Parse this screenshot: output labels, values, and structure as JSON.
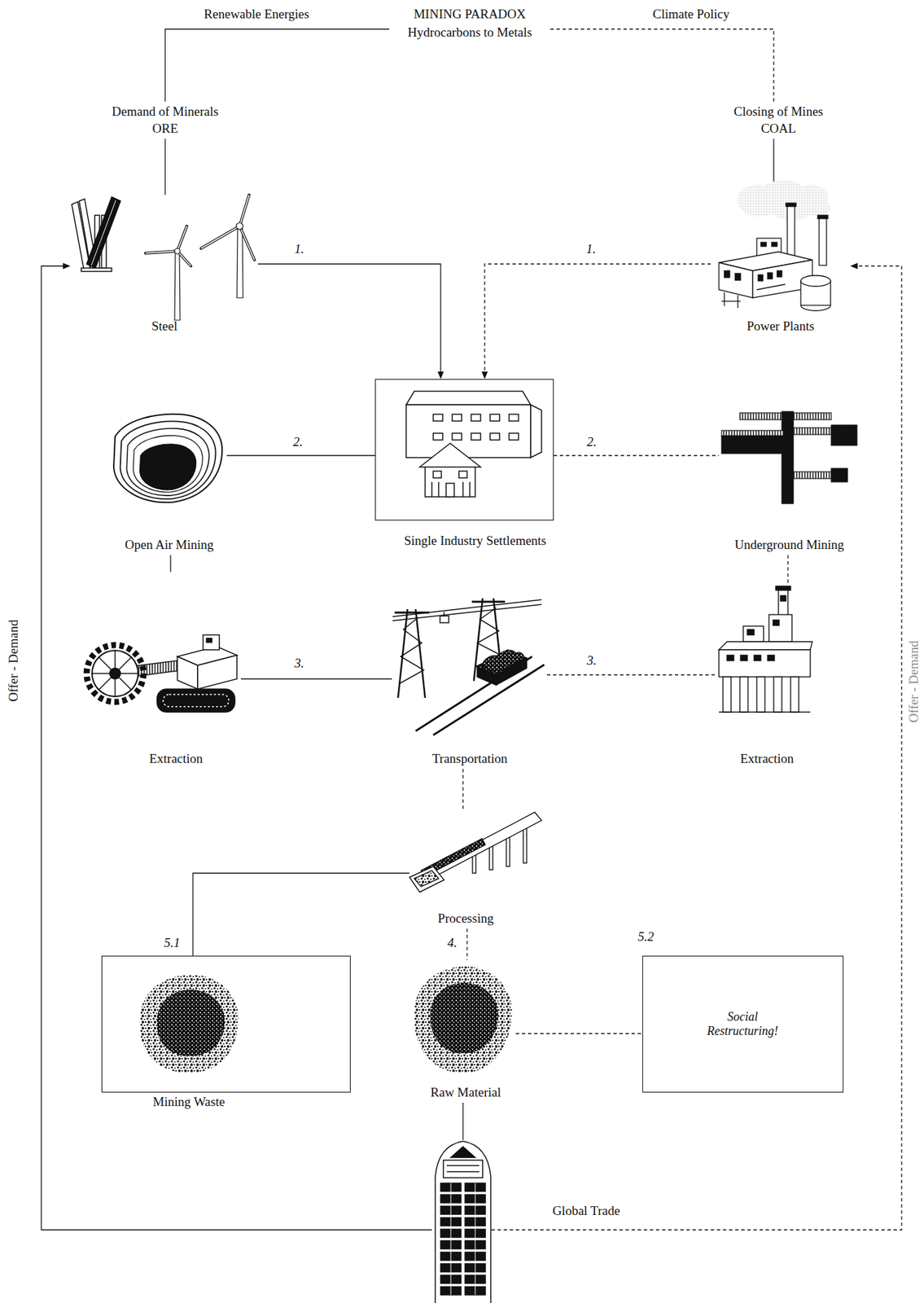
{
  "diagram": {
    "nodes": [
      {
        "text": [
          "MINING PARADOX",
          "Hydrocarbons to Metals"
        ]
      },
      {
        "text": [
          "Demand of Minerals",
          "ORE"
        ]
      },
      {
        "text": [
          "Closing of Mines",
          "COAL"
        ]
      },
      {
        "text": [
          "Steel"
        ]
      },
      {
        "text": [
          "Power Plants"
        ]
      },
      {
        "text": [
          "Single Industry Settlements"
        ]
      },
      {
        "text": [
          "Open Air Mining"
        ]
      },
      {
        "text": [
          "Underground Mining"
        ]
      },
      {
        "text": [
          "Extraction"
        ]
      },
      {
        "text": [
          "Transportation"
        ]
      },
      {
        "text": [
          "Extraction"
        ]
      },
      {
        "text": [
          "Processing"
        ]
      },
      {
        "text": [
          "Mining Waste"
        ]
      },
      {
        "text": [
          "Raw Material"
        ]
      },
      {
        "text": [
          "Social Restructuring!"
        ]
      },
      {
        "text": [
          "Global Trade"
        ]
      }
    ],
    "edges": [
      {
        "from": 1,
        "to": 0,
        "arrow": "none",
        "label": "Renewable Energies"
      },
      {
        "from": 0,
        "to": 2,
        "arrow": "none",
        "label": "Climate Policy"
      },
      {
        "from": 1,
        "to": 3,
        "arrow": "none"
      },
      {
        "from": 2,
        "to": 4,
        "arrow": "none"
      },
      {
        "from": 3,
        "to": 5,
        "arrow": "to",
        "label": "1."
      },
      {
        "from": 4,
        "to": 5,
        "arrow": "to",
        "label": "1."
      },
      {
        "from": 5,
        "to": 6,
        "arrow": "none",
        "label": "2."
      },
      {
        "from": 5,
        "to": 7,
        "arrow": "none",
        "label": "2."
      },
      {
        "from": 6,
        "to": 8,
        "arrow": "none"
      },
      {
        "from": 7,
        "to": 10,
        "arrow": "none"
      },
      {
        "from": 8,
        "to": 9,
        "arrow": "none",
        "label": "3."
      },
      {
        "from": 10,
        "to": 9,
        "arrow": "none",
        "label": "3."
      },
      {
        "from": 9,
        "to": 11,
        "arrow": "none"
      },
      {
        "from": 11,
        "to": 12,
        "arrow": "none",
        "label": "5.1"
      },
      {
        "from": 11,
        "to": 13,
        "arrow": "none",
        "label": "4."
      },
      {
        "from": 13,
        "to": 14,
        "arrow": "none"
      },
      {
        "from": 13,
        "to": 15,
        "arrow": "none"
      },
      {
        "from": 15,
        "to": 3,
        "arrow": "to",
        "label": "Offer - Demand"
      },
      {
        "from": 15,
        "to": 4,
        "arrow": "to",
        "label": "Offer - Demand"
      }
    ],
    "labels": [
      "5.2"
    ]
  }
}
